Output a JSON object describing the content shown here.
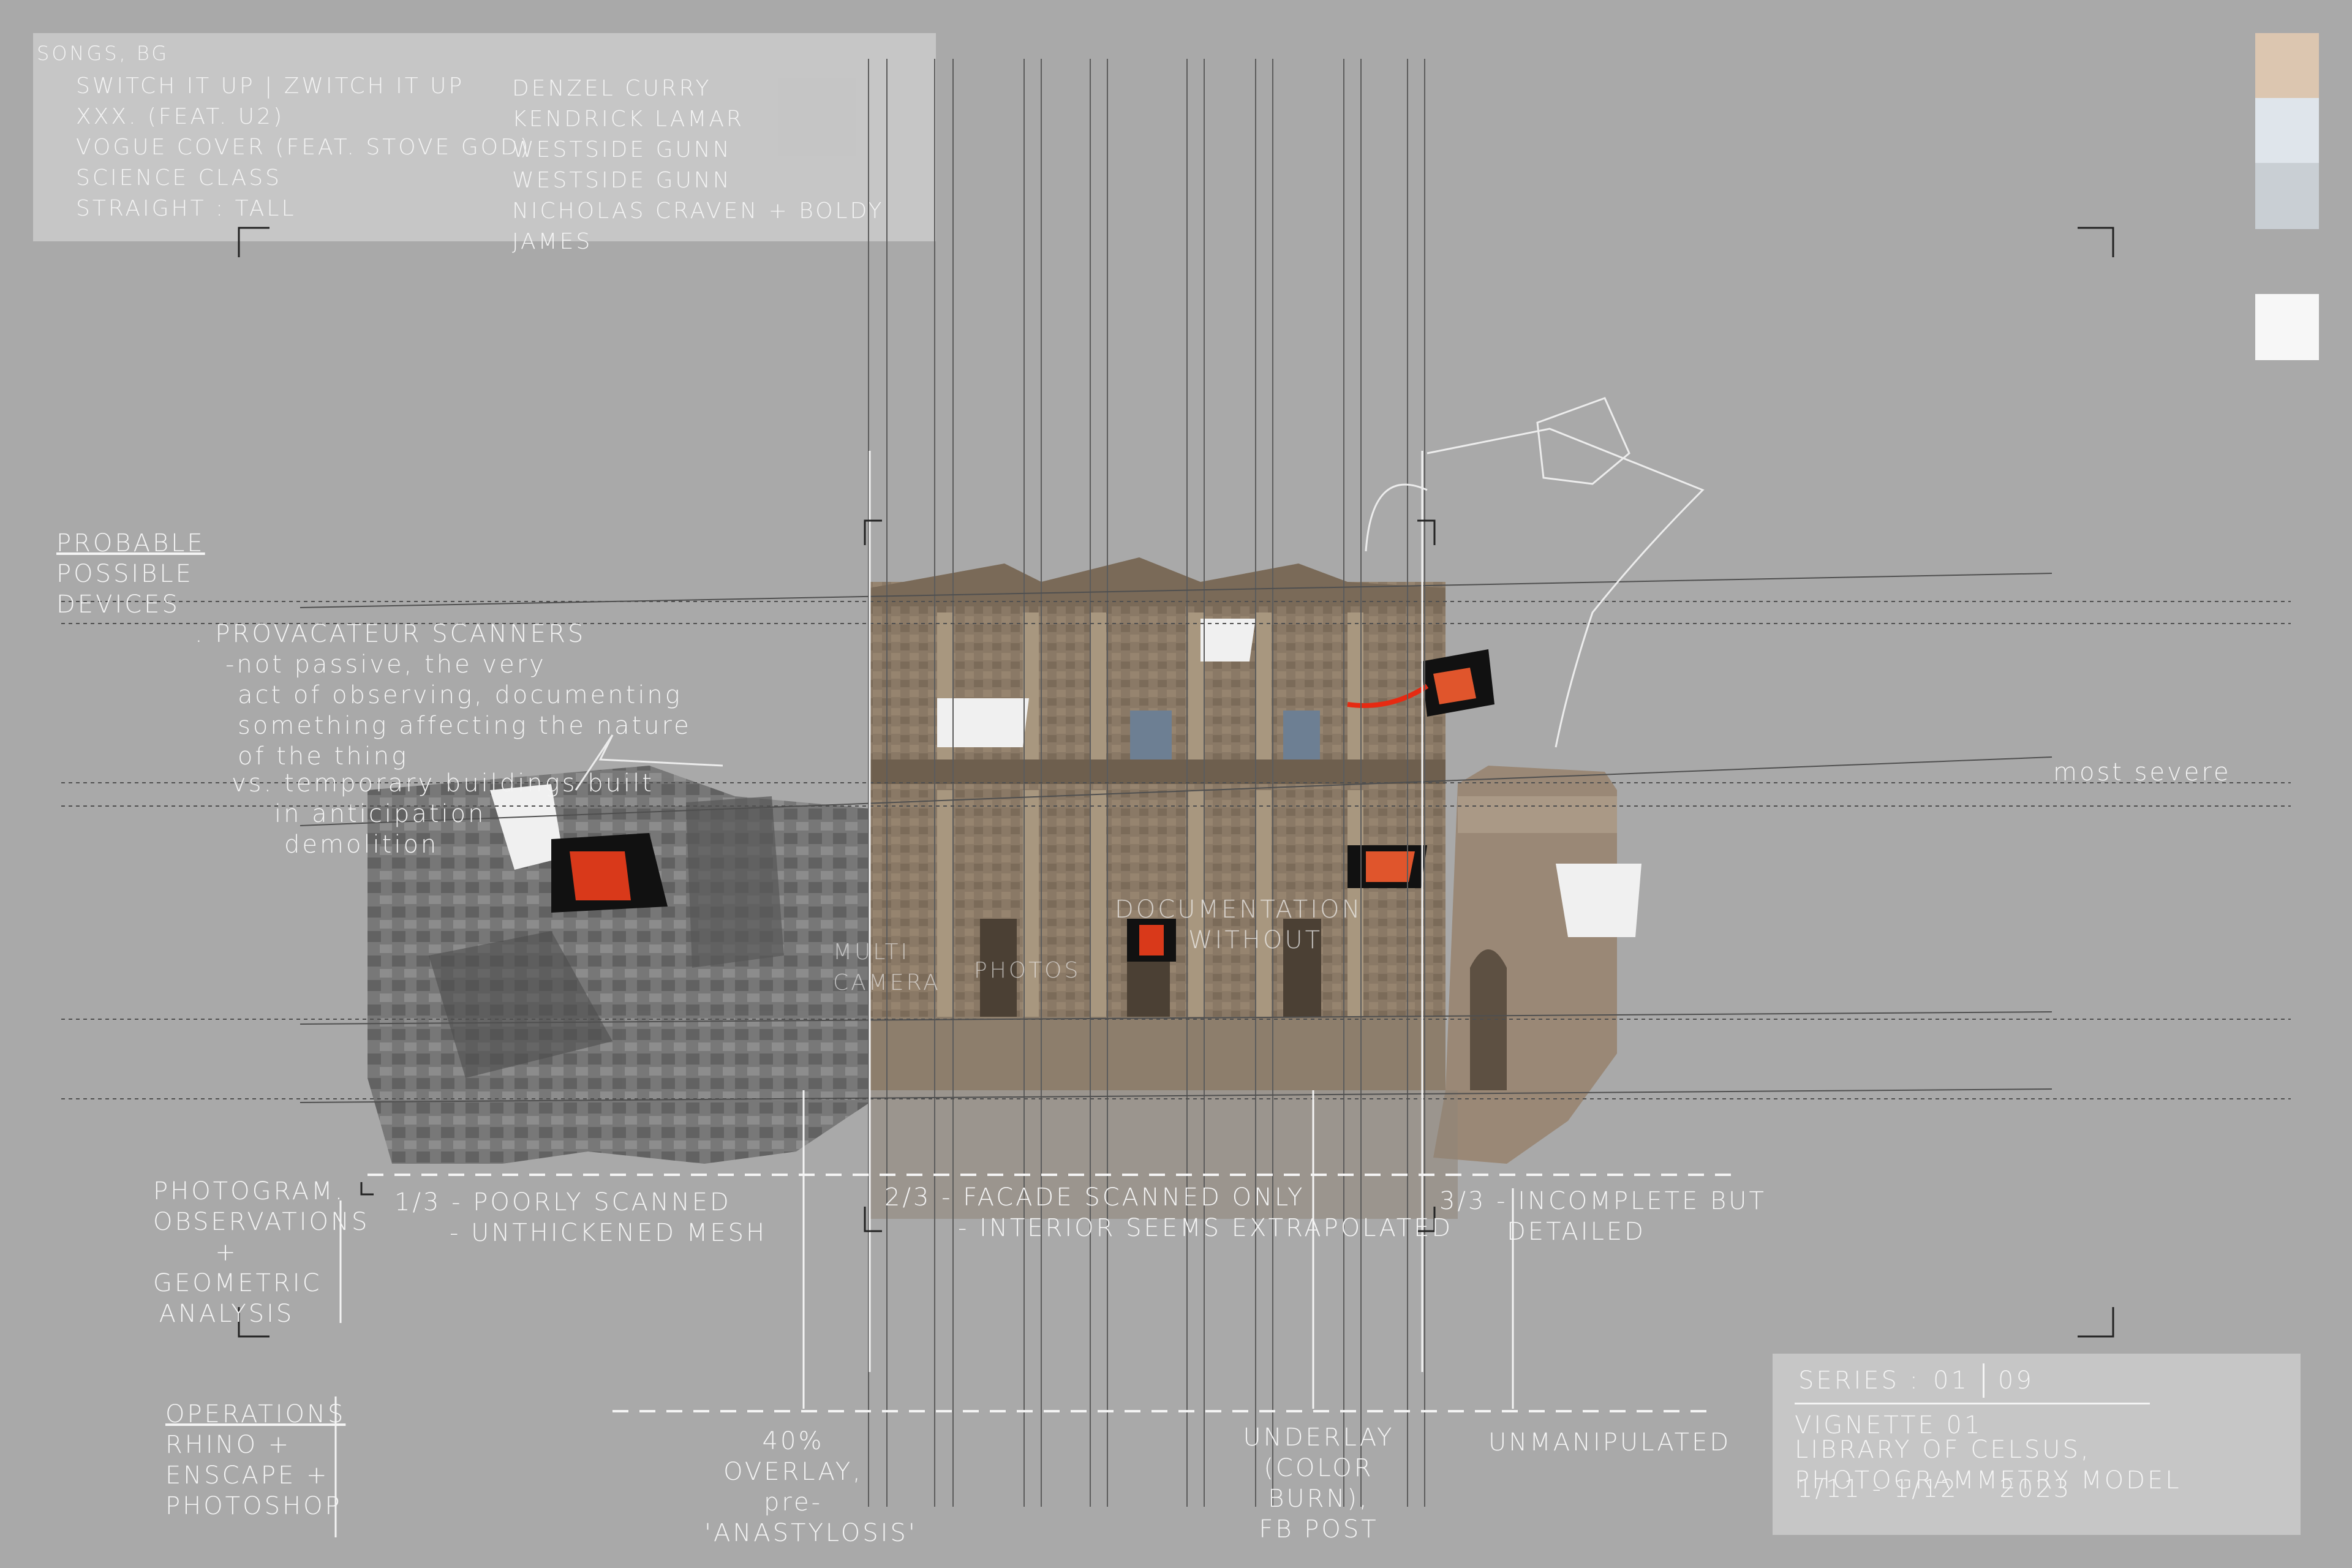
{
  "songs": {
    "heading": "SONGS, BG",
    "items": [
      {
        "title": "SWITCH IT UP | ZWITCH IT UP",
        "artist": "DENZEL CURRY"
      },
      {
        "title": "XXX. (FEAT. U2)",
        "artist": "KENDRICK LAMAR"
      },
      {
        "title": "VOGUE COVER (FEAT. STOVE GOD)",
        "artist": "WESTSIDE GUNN"
      },
      {
        "title": "SCIENCE CLASS",
        "artist": "WESTSIDE GUNN"
      },
      {
        "title": "STRAIGHT : TALL",
        "artist": "NICHOLAS CRAVEN + BOLDY JAMES"
      }
    ]
  },
  "palette": [
    "#dcc6b0",
    "#dfe5eb",
    "#c9cfd4",
    "#a9a9a9",
    "#f7f7f7"
  ],
  "notes": {
    "probable": [
      "PROBABLE",
      "POSSIBLE",
      "DEVICES"
    ],
    "provocateur": [
      ". PROVACATEUR SCANNERS",
      "-not passive, the very",
      "act of observing, documenting",
      "something affecting the nature",
      "of the thing"
    ],
    "temporary": [
      "vs. temporary buildings built",
      "in anticipation",
      "demolition"
    ],
    "most_severe": "most severe",
    "documentation": [
      "DOCUMENTATION",
      "WITHOUT"
    ],
    "camera": [
      "MULTI",
      "CAMERA"
    ],
    "photos": "PHOTOS"
  },
  "scan_notes": {
    "one": [
      "1/3 - POORLY SCANNED",
      "- UNTHICKENED MESH"
    ],
    "two": [
      "2/3 - FACADE SCANNED ONLY",
      "- INTERIOR SEEMS EXTRAPOLATED"
    ],
    "three": [
      "3/3 - INCOMPLETE BUT",
      "DETAILED"
    ]
  },
  "left_labels": {
    "photogram": [
      "PHOTOGRAM.",
      "OBSERVATIONS",
      "+",
      "GEOMETRIC",
      "ANALYSIS"
    ],
    "operations": [
      "OPERATIONS",
      "RHINO +",
      "ENSCAPE +",
      "PHOTOSHOP"
    ]
  },
  "bottom_labels": {
    "overlay": [
      "40% OVERLAY,",
      "pre-",
      "'ANASTYLOSIS'"
    ],
    "underlay": [
      "UNDERLAY",
      "(COLOR BURN),",
      "FB POST"
    ],
    "unmanipulated": "UNMANIPULATED"
  },
  "title_block": {
    "series_label": "SERIES :",
    "series_current": "01",
    "series_total": "09",
    "vignette": "VIGNETTE 01",
    "subject": "LIBRARY OF CELSUS, PHOTOGRAMMETRY MODEL",
    "dates": "1/11 - 1/12    2023"
  }
}
